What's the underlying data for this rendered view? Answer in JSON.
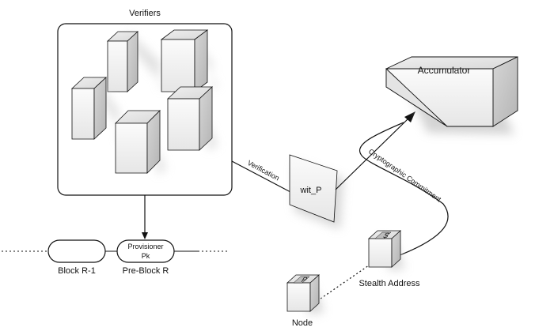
{
  "verifiers": {
    "title": "Verifiers"
  },
  "accumulator": {
    "label": "Accumulator"
  },
  "witness": {
    "label": "wit_P"
  },
  "edges": {
    "verification": "Verification",
    "commitment": "Cryptographic Commitment"
  },
  "chain": {
    "block_prev": {
      "caption": "Block R-1"
    },
    "block_pre": {
      "line1": "Provisioner",
      "line2": "Pk",
      "caption": "Pre-Block R"
    }
  },
  "stealth": {
    "letter": "S",
    "caption": "Stealth Address"
  },
  "node": {
    "letter": "P",
    "caption": "Node"
  },
  "colors": {
    "stroke": "#111111",
    "cube_top": "#e9e9e9",
    "cube_front": "#f4f4f4",
    "cube_side": "#c4c4c4",
    "shadow": "#d0d0d0"
  }
}
